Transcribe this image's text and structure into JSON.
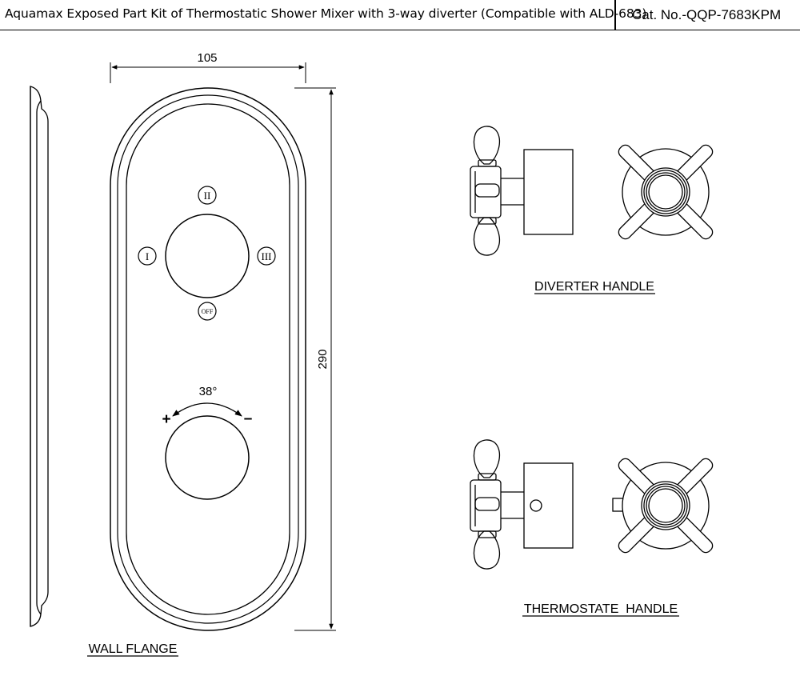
{
  "header": {
    "title": "Aquamax Exposed Part Kit of Thermostatic Shower Mixer with 3-way diverter (Compatible with ALD-683)",
    "catalog": "Cat. No.-QQP-7683KPM"
  },
  "flange": {
    "width_dim": "105",
    "height_dim": "290",
    "positions": [
      "II",
      "I",
      "III",
      "OFF"
    ],
    "angle": "38°",
    "plus": "+",
    "minus": "–",
    "label": "WALL FLANGE"
  },
  "diverter": {
    "label": "DIVERTER HANDLE"
  },
  "thermostat": {
    "label": "THERMOSTATE  HANDLE"
  }
}
